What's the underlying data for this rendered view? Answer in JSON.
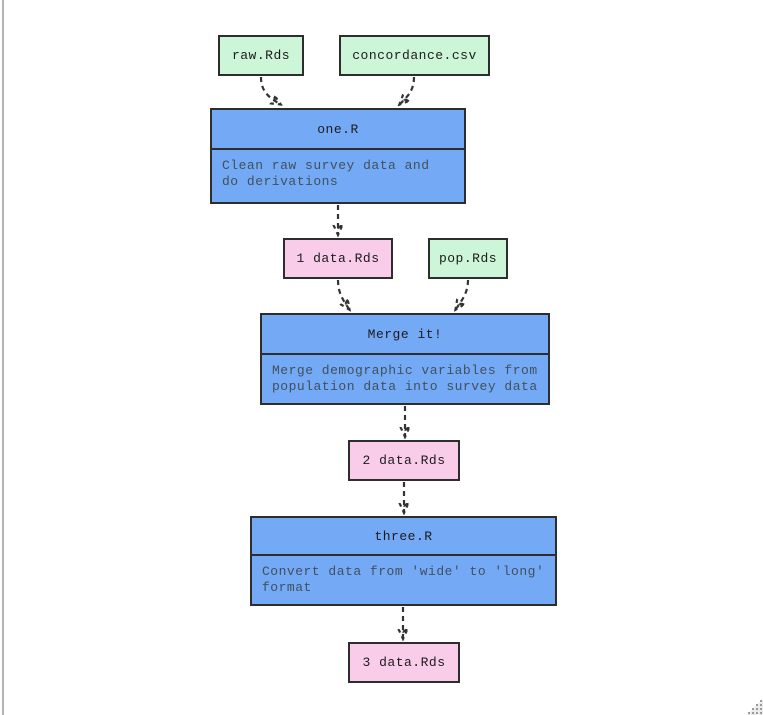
{
  "diagram": {
    "inputs": {
      "raw": {
        "label": "raw.Rds"
      },
      "concordance": {
        "label": "concordance.csv"
      },
      "pop": {
        "label": "pop.Rds"
      }
    },
    "processes": {
      "one": {
        "title": "one.R",
        "description": "Clean raw survey data and do derivations"
      },
      "merge": {
        "title": "Merge it!",
        "description": "Merge demographic variables from population data into survey data"
      },
      "three": {
        "title": "three.R",
        "description": "Convert data from 'wide' to 'long' format"
      }
    },
    "outputs": {
      "data1": {
        "label": "1 data.Rds"
      },
      "data2": {
        "label": "2 data.Rds"
      },
      "data3": {
        "label": "3 data.Rds"
      }
    },
    "edges": [
      {
        "from": "raw.Rds",
        "to": "one.R"
      },
      {
        "from": "concordance.csv",
        "to": "one.R"
      },
      {
        "from": "one.R",
        "to": "1 data.Rds"
      },
      {
        "from": "1 data.Rds",
        "to": "Merge it!"
      },
      {
        "from": "pop.Rds",
        "to": "Merge it!"
      },
      {
        "from": "Merge it!",
        "to": "2 data.Rds"
      },
      {
        "from": "2 data.Rds",
        "to": "three.R"
      },
      {
        "from": "three.R",
        "to": "3 data.Rds"
      }
    ],
    "colors": {
      "input_fill": "#cdf6d8",
      "process_fill": "#74a9f6",
      "output_fill": "#f9cdea",
      "node_border": "#2d2d2d",
      "arrow": "#333333",
      "title_text": "#1b1b1b",
      "description_text": "#41505c"
    }
  }
}
